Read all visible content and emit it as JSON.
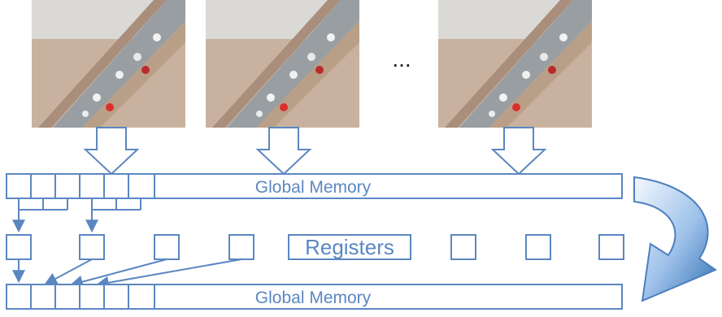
{
  "diagram": {
    "ellipsis": "...",
    "top_memory_label": "Global Memory",
    "registers_label": "Registers",
    "bottom_memory_label": "Global Memory",
    "frames": [
      {
        "name": "traffic-frame-image"
      },
      {
        "name": "traffic-frame-image"
      },
      {
        "name": "traffic-frame-image"
      }
    ]
  },
  "colors": {
    "stroke": "#5b87c1",
    "text": "#5b87c1",
    "arrow_fill": "#ffffff",
    "curved_arrow_start": "#e8f0fa",
    "curved_arrow_end": "#2f6fb0"
  }
}
